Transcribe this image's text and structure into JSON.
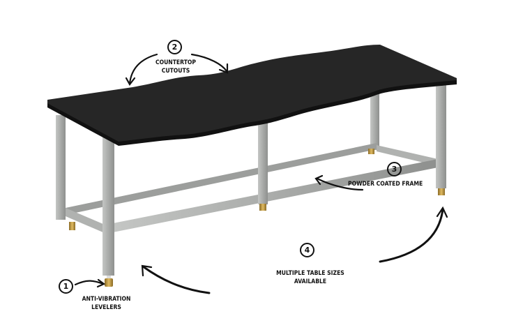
{
  "callouts": [
    {
      "number": "1",
      "lines": [
        "ANTI-VIBRATION",
        "LEVELERS"
      ]
    },
    {
      "number": "2",
      "lines": [
        "COUNTERTOP",
        "CUTOUTS"
      ]
    },
    {
      "number": "3",
      "lines": [
        "POWDER COATED FRAME"
      ]
    },
    {
      "number": "4",
      "lines": [
        "MULTIPLE TABLE SIZES",
        "AVAILABLE"
      ]
    }
  ],
  "colors": {
    "countertop": "#2b2b2b",
    "frame": "#a8aaa8",
    "leveler": "#c9a24a",
    "annotation": "#111111"
  }
}
